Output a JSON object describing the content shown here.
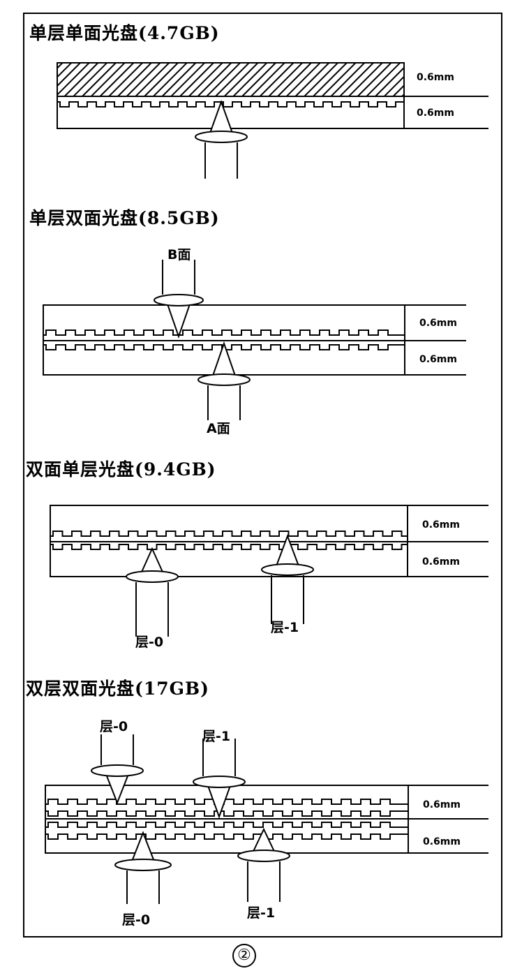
{
  "sections": [
    {
      "title": "单层单面光盘(4.7GB)",
      "thickness": [
        "0.6mm",
        "0.6mm"
      ]
    },
    {
      "title": "单层双面光盘(8.5GB)",
      "thickness": [
        "0.6mm",
        "0.6mm"
      ],
      "labels": {
        "top": "B面",
        "bottom": "A面"
      }
    },
    {
      "title": "双面单层光盘(9.4GB)",
      "thickness": [
        "0.6mm",
        "0.6mm"
      ],
      "labels": {
        "left": "层-0",
        "right": "层-1"
      }
    },
    {
      "title": "双层双面光盘(17GB)",
      "thickness": [
        "0.6mm",
        "0.6mm"
      ],
      "labels": {
        "top_left": "层-0",
        "top_right": "层-1",
        "bottom_left": "层-0",
        "bottom_right": "层-1"
      }
    }
  ],
  "figure_number": "②"
}
